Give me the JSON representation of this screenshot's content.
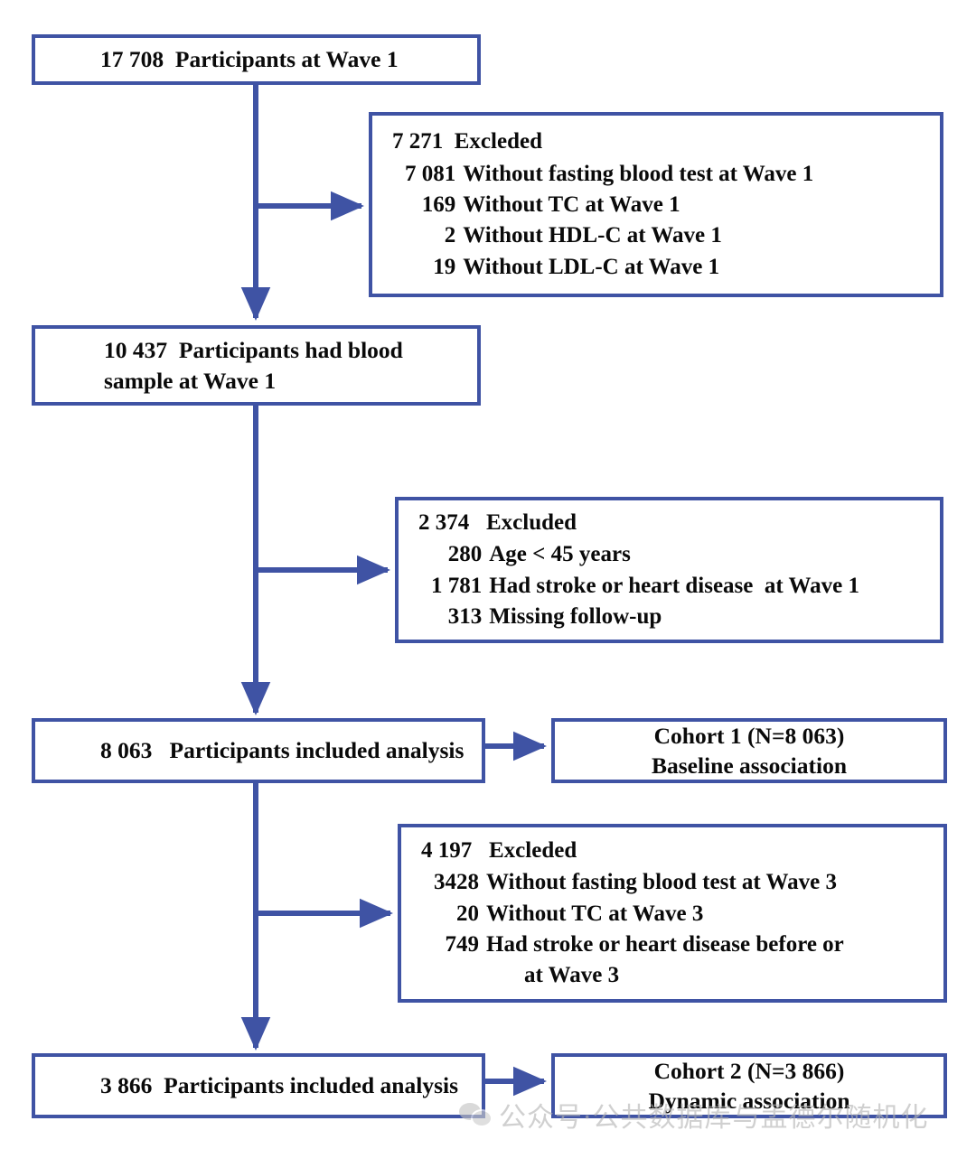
{
  "diagram": {
    "title": "Participant flow diagram",
    "type": "flowchart",
    "accent_color": "#3f53a4",
    "background_color": "#ffffff",
    "text_color": "#0a0a0a"
  },
  "nodes": {
    "wave1": {
      "line1": "17 708  Participants at Wave 1"
    },
    "excluded1": {
      "head": "7 271  Excleded",
      "items": [
        {
          "n": "7 081",
          "t": "Without fasting blood test at Wave 1"
        },
        {
          "n": "169",
          "t": "Without TC at Wave 1"
        },
        {
          "n": "2",
          "t": "Without HDL-C at Wave 1"
        },
        {
          "n": "19",
          "t": "Without LDL-C at Wave 1"
        }
      ]
    },
    "blood_sample": {
      "line1": "10 437  Participants had blood",
      "line2": "sample at Wave 1"
    },
    "excluded2": {
      "head": "2 374   Excluded",
      "items": [
        {
          "n": "280",
          "t": "Age < 45 years"
        },
        {
          "n": "1 781",
          "t": "Had stroke or heart disease  at Wave 1"
        },
        {
          "n": "313",
          "t": "Missing follow-up"
        }
      ]
    },
    "included1": {
      "line1": "8 063   Participants included analysis"
    },
    "cohort1": {
      "line1": "Cohort 1 (N=8 063)",
      "line2": "Baseline association"
    },
    "excluded3": {
      "head": "4 197   Excleded",
      "items": [
        {
          "n": "3428",
          "t": "Without fasting blood test at Wave 3"
        },
        {
          "n": "20",
          "t": "Without TC at Wave 3"
        },
        {
          "n": "749",
          "t": "Had stroke or heart disease before or"
        },
        {
          "n": "",
          "t": "at Wave 3"
        }
      ]
    },
    "included2": {
      "line1": "3 866  Participants included analysis"
    },
    "cohort2": {
      "line1": "Cohort 2 (N=3 866)",
      "line2": "Dynamic association"
    }
  },
  "watermark": {
    "icon": "wechat-bubbles-icon",
    "text": "公众号·公共数据库与孟德尔随机化"
  }
}
